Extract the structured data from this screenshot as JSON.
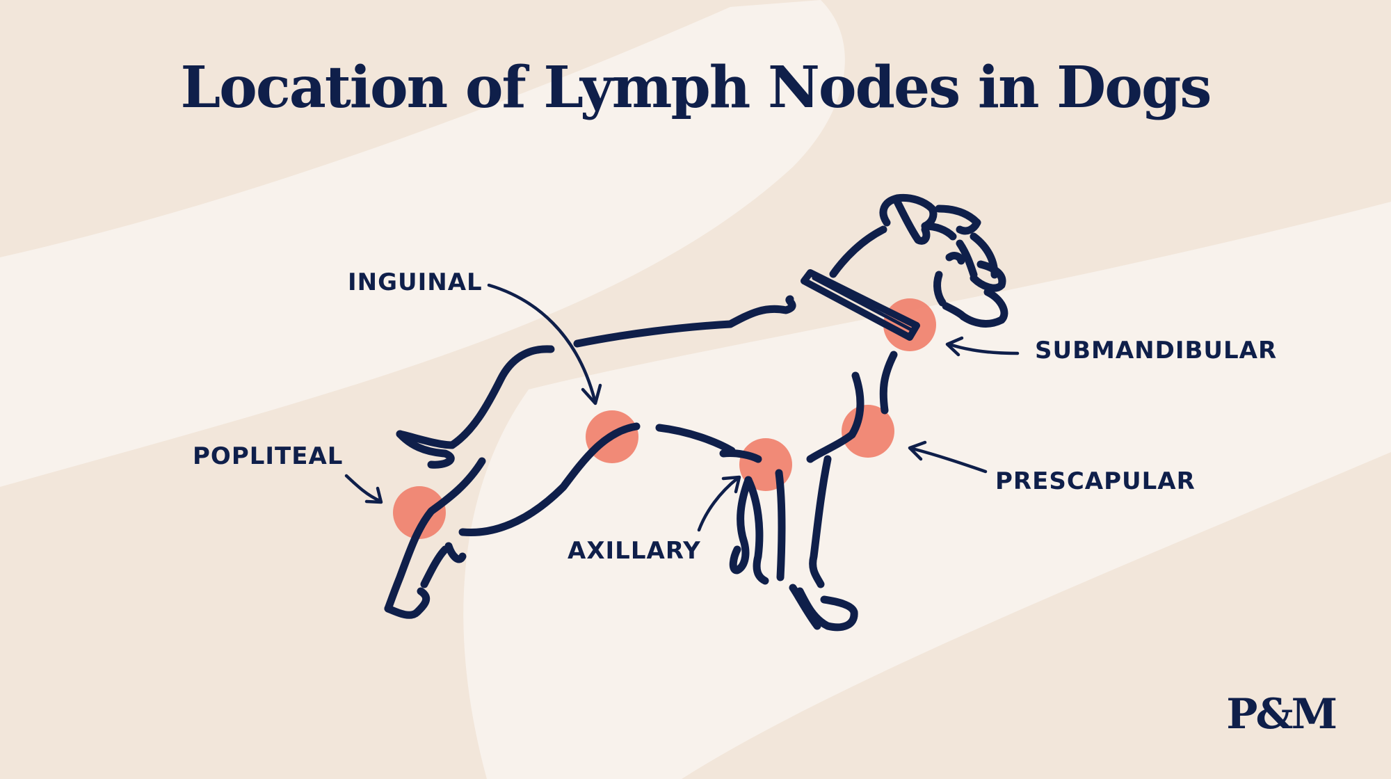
{
  "title": "Location of Lymph Nodes in Dogs",
  "labels": {
    "inguinal": "INGUINAL",
    "submandibular": "SUBMANDIBULAR",
    "popliteal": "POPLITEAL",
    "prescapular": "PRESCAPULAR",
    "axillary": "AXILLARY"
  },
  "logo": "P&M",
  "colors": {
    "background": "#f2e6da",
    "swoosh": "#f8f2ec",
    "ink": "#0f1f4a",
    "node": "#f07e6a"
  },
  "icons": [
    "dog-illustration"
  ]
}
